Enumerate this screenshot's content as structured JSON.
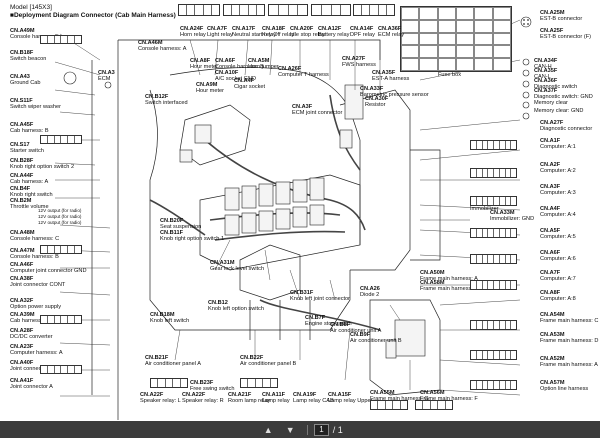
{
  "header": {
    "model": "Model [145X3]",
    "title": "Deployment Diagram Connector (Cab Main Harness)"
  },
  "left_labels": [
    {
      "code": "CN.A49M",
      "desc": "Console harness: F"
    },
    {
      "code": "CN.B18F",
      "desc": "Switch beacon"
    },
    {
      "code": "CN.A43",
      "desc": "Ground Cab"
    },
    {
      "code": "CN.S11F",
      "desc": "Switch wiper washer"
    },
    {
      "code": "CN.A45F",
      "desc": "Cab harness: B"
    },
    {
      "code": "CN.S17",
      "desc": "Starter switch"
    },
    {
      "code": "CN.B28F",
      "desc": "Knob right option switch 2"
    },
    {
      "code": "CN.A44F",
      "desc": "Cab harness: A"
    },
    {
      "code": "CN.B4F",
      "desc": "Knob right switch"
    },
    {
      "code": "CN.B2M",
      "desc": "Throttle volume"
    },
    {
      "code": "CN.A48M",
      "desc": "Console harness: C"
    },
    {
      "code": "CN.A47M",
      "desc": "Console harness: B"
    },
    {
      "code": "CN.A46F",
      "desc": "Computer joint connector GND"
    },
    {
      "code": "CN.A38F",
      "desc": "Joint connector CONT"
    },
    {
      "code": "CN.A32F",
      "desc": "Option power supply"
    },
    {
      "code": "CN.A39M",
      "desc": "Cab harness: GND"
    },
    {
      "code": "CN.A28F",
      "desc": "DC/DC converter"
    },
    {
      "code": "CN.A23F",
      "desc": "Computer harness: A"
    },
    {
      "code": "CN.A40F",
      "desc": "Joint connector B"
    },
    {
      "code": "CN.A41F",
      "desc": "Joint connector A"
    }
  ],
  "radio_notes": [
    "12V output (for radio)",
    "12V output (for radio)",
    "12V output (for radio)"
  ],
  "top_labels": [
    {
      "code": "CN.A46M",
      "desc": "Console harness: A"
    },
    {
      "code": "CN.A3",
      "desc": "ECM"
    },
    {
      "code": "CN.A24F",
      "desc": "Horn relay"
    },
    {
      "code": "CN.A7F",
      "desc": "Light relay"
    },
    {
      "code": "CN.A17F",
      "desc": "Neutral start relay"
    },
    {
      "code": "CN.A18F",
      "desc": "Key Off relay"
    },
    {
      "code": "CN.A20F",
      "desc": "Idle stop relay"
    },
    {
      "code": "CN.A12F",
      "desc": "Battery relay"
    },
    {
      "code": "CN.A14F",
      "desc": "DPF relay"
    },
    {
      "code": "CN.A36F",
      "desc": "ECM relay"
    },
    {
      "code": "CN.A8F",
      "desc": "Hour meter"
    },
    {
      "code": "CN.A6F",
      "desc": "Console harness: B"
    },
    {
      "code": "CN.A5M",
      "desc": "Horn jumper"
    },
    {
      "code": "CN.A26F",
      "desc": "Computer T harness"
    },
    {
      "code": "CN.B12F",
      "desc": "Switch interfaced"
    },
    {
      "code": "CN.A10F",
      "desc": "A/C socket GND"
    },
    {
      "code": "CN.A4F",
      "desc": "Cigar socket"
    },
    {
      "code": "CN.A9M",
      "desc": "Hour meter"
    },
    {
      "code": "CN.A3F",
      "desc": "ECM joint connector"
    },
    {
      "code": "CN.A27F",
      "desc": "FWS harness"
    },
    {
      "code": "CN.A35F",
      "desc": "EST-A harness"
    },
    {
      "code": "CN.A33F",
      "desc": "Barometric pressure sensor"
    },
    {
      "code": "CN.A30F",
      "desc": "Resistor"
    }
  ],
  "fuse_box": "Fuse box",
  "right_labels": [
    {
      "code": "CN.A25M",
      "desc": "EST-B connector"
    },
    {
      "code": "CN.A25F",
      "desc": "EST-B connector (F)"
    },
    {
      "code": "CN.A34F",
      "desc": "CAN-H"
    },
    {
      "code": "CN.A35F",
      "desc": "CAN-L"
    },
    {
      "code": "CN.A36F",
      "desc": "Diagnostic switch"
    },
    {
      "code": "CN.A37F",
      "desc": "Diagnostic switch: GND"
    },
    {
      "code": "",
      "desc": "Memory clear"
    },
    {
      "code": "",
      "desc": "Memory clear: GND"
    },
    {
      "code": "CN.A27F",
      "desc": "Diagnostic connector"
    },
    {
      "code": "CN.A1F",
      "desc": "Computer: A:1"
    },
    {
      "code": "CN.A2F",
      "desc": "Computer: A:2"
    },
    {
      "code": "CN.A3F",
      "desc": "Computer: A:3"
    },
    {
      "code": "CN.A4F",
      "desc": "Computer: A:4"
    },
    {
      "code": "CN.A5F",
      "desc": "Computer: A:5"
    },
    {
      "code": "CN.A6F",
      "desc": "Computer: A:6"
    },
    {
      "code": "CN.A7F",
      "desc": "Computer: A:7"
    },
    {
      "code": "CN.A8F",
      "desc": "Computer: A:8"
    },
    {
      "code": "CN.A54M",
      "desc": "Frame main harness: C"
    },
    {
      "code": "CN.A53M",
      "desc": "Frame main harness: D"
    },
    {
      "code": "CN.A52M",
      "desc": "Frame main harness: A"
    },
    {
      "code": "CN.A57M",
      "desc": "Option line harness"
    }
  ],
  "mid_labels": [
    {
      "code": "CN.A33F",
      "desc": "Immobilizer"
    },
    {
      "code": "CN.A33M",
      "desc": "Immobilizer: GND"
    },
    {
      "code": "CN.A50M",
      "desc": "Frame main harness: A"
    },
    {
      "code": "CN.A58M",
      "desc": "Frame main harness: E"
    },
    {
      "code": "CN.B20F",
      "desc": "Seat suspension"
    },
    {
      "code": "CN.B11F",
      "desc": "Knob right option switch 1"
    },
    {
      "code": "CN.A31M",
      "desc": "Gear lock level switch"
    },
    {
      "code": "CN.B18M",
      "desc": "Knob left switch"
    },
    {
      "code": "CN.B12",
      "desc": "Knob left option switch"
    },
    {
      "code": "CN.B31F",
      "desc": "Knob left joint connector"
    },
    {
      "code": "CN.B7F",
      "desc": "Engine stop switch"
    },
    {
      "code": "CN.B8F",
      "desc": "Air conditioner unit A"
    },
    {
      "code": "CN.B9F",
      "desc": "Air conditioner unit B"
    },
    {
      "code": "CN.A26",
      "desc": "Diode 2"
    }
  ],
  "bottom_labels": [
    {
      "code": "CN.B21F",
      "desc": "Air conditioner panel A"
    },
    {
      "code": "CN.B22F",
      "desc": "Air conditioner panel B"
    },
    {
      "code": "CN.B23F",
      "desc": "Free swing switch"
    },
    {
      "code": "CN.A22F",
      "desc": "Speaker relay: L"
    },
    {
      "code": "CN.A22F",
      "desc": "Speaker relay: R"
    },
    {
      "code": "CN.A21F",
      "desc": "Room lamp relay"
    },
    {
      "code": "CN.A11F",
      "desc": "Lamp relay"
    },
    {
      "code": "CN.A19F",
      "desc": "Lamp relay CAB"
    },
    {
      "code": "CN.A15F",
      "desc": "Lamp relay Upper"
    },
    {
      "code": "CN.A55M",
      "desc": "Frame main harness: G"
    },
    {
      "code": "CN.A56M",
      "desc": "Frame main harness: F"
    }
  ],
  "viewer": {
    "page_current": "1",
    "page_total": "/ 1",
    "prev_icon": "chevron-up-icon",
    "next_icon": "chevron-down-icon"
  }
}
